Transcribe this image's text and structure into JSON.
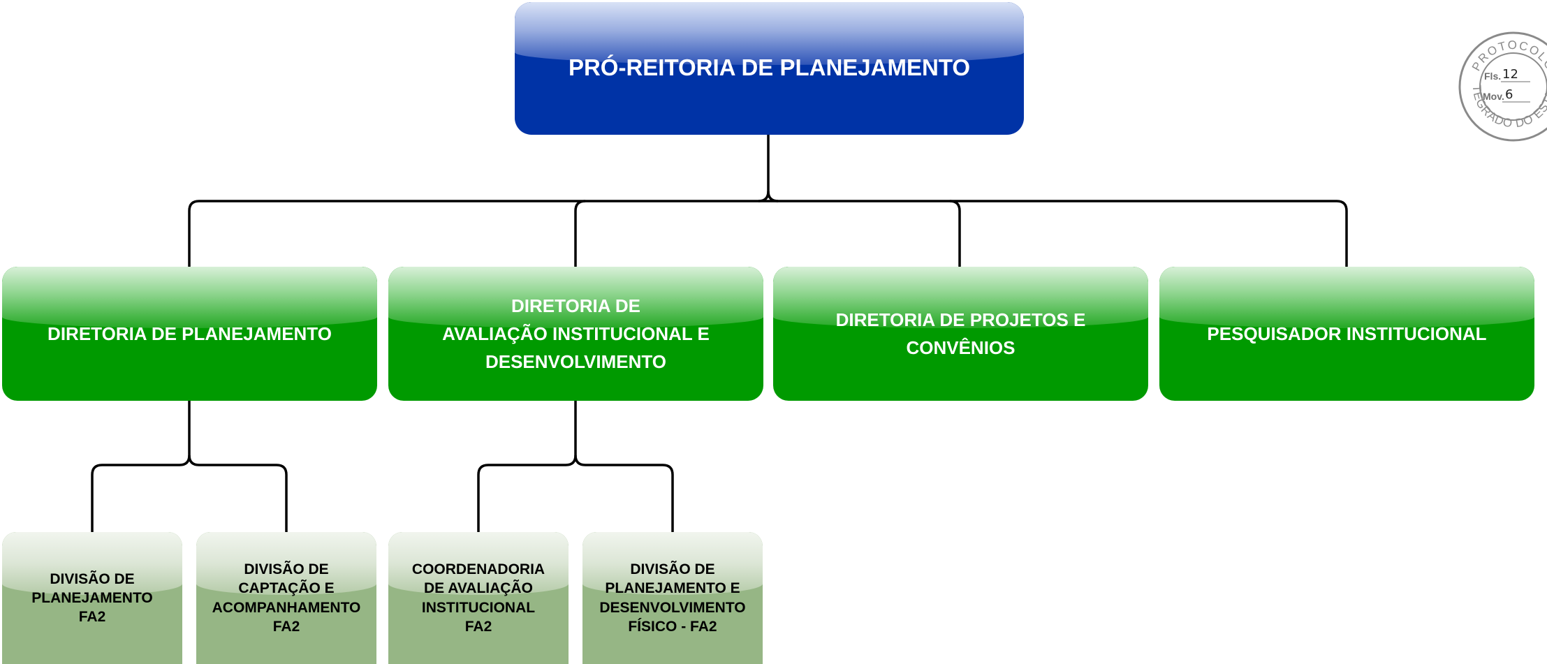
{
  "diagram": {
    "root": {
      "label": "PRÓ-REITORIA DE PLANEJAMENTO"
    },
    "directorates": [
      {
        "label": "DIRETORIA DE PLANEJAMENTO"
      },
      {
        "label": "DIRETORIA DE\nAVALIAÇÃO INSTITUCIONAL E\nDESENVOLVIMENTO"
      },
      {
        "label": "DIRETORIA DE PROJETOS E\nCONVÊNIOS"
      },
      {
        "label": "PESQUISADOR INSTITUCIONAL"
      }
    ],
    "divisions": [
      {
        "label": "DIVISÃO DE\nPLANEJAMENTO\nFA2",
        "parent": "DIRETORIA DE PLANEJAMENTO"
      },
      {
        "label": "DIVISÃO DE\nCAPTAÇÃO E\nACOMPANHAMENTO\nFA2",
        "parent": "DIRETORIA DE PLANEJAMENTO"
      },
      {
        "label": "COORDENADORIA\nDE AVALIAÇÃO\nINSTITUCIONAL\nFA2",
        "parent": "DIRETORIA DE AVALIAÇÃO INSTITUCIONAL E DESENVOLVIMENTO"
      },
      {
        "label": "DIVISÃO DE\nPLANEJAMENTO E\nDESENVOLVIMENTO\nFÍSICO - FA2",
        "parent": "DIRETORIA DE AVALIAÇÃO INSTITUCIONAL E DESENVOLVIMENTO"
      }
    ],
    "colors": {
      "root": "#0033a6",
      "directorate": "#009a00",
      "division": "#96b685",
      "connector": "#000000"
    }
  },
  "stamp": {
    "ring_text": "PROTOCOLO INTEGRADO DO ESTADO",
    "fls_label": "Fls.",
    "fls_value": "12",
    "mov_label": "Mov.",
    "mov_value": "6"
  }
}
